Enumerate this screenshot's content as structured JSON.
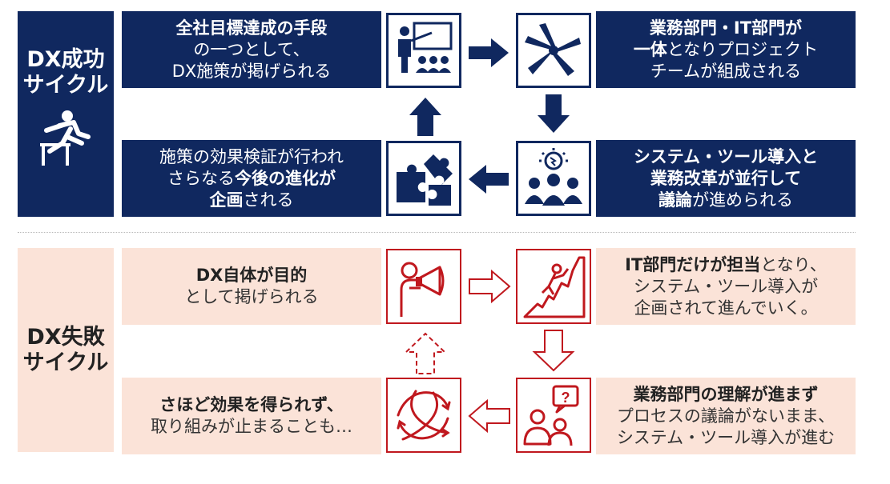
{
  "success": {
    "label_line1": "DX成功",
    "label_line2": "サイクル",
    "boxes": {
      "top_left": [
        "全社目標達成の手段",
        "の一つとして、",
        "DX施策が掲げられる"
      ],
      "top_right": [
        "業務部門・IT部門が",
        "一体",
        "となりプロジェクト",
        "チームが組成される"
      ],
      "bottom_right": [
        "システム・ツール導入と",
        "業務改革が並行して",
        "議論",
        "が進められる"
      ],
      "bottom_left": [
        "施策の効果検証が行われ",
        "さらなる",
        "今後の進化が",
        "企画",
        "される"
      ]
    },
    "icons": [
      "presentation-icon",
      "team-hands-icon",
      "idea-meeting-icon",
      "puzzle-icon",
      "hurdle-runner-icon"
    ],
    "colors": {
      "navy": "#10285f"
    }
  },
  "failure": {
    "label_line1": "DX失敗",
    "label_line2": "サイクル",
    "boxes": {
      "top_left": [
        "DX自体が目的",
        "として掲げられる"
      ],
      "top_right": [
        "IT部門だけが担当",
        "となり、",
        "システム・ツール導入が",
        "企画されて進んでいく。"
      ],
      "bottom_right": [
        "業務部門の理解が進まず",
        "プロセスの議論がないまま、",
        "システム・ツール導入が進む"
      ],
      "bottom_left": [
        "さほど効果を得られず、",
        "取り組みが止まることも…"
      ]
    },
    "icons": [
      "megaphone-icon",
      "climber-icon",
      "confused-people-icon",
      "tangled-arrows-icon"
    ],
    "colors": {
      "red": "#c0181e",
      "peach": "#fbe3d8"
    }
  }
}
